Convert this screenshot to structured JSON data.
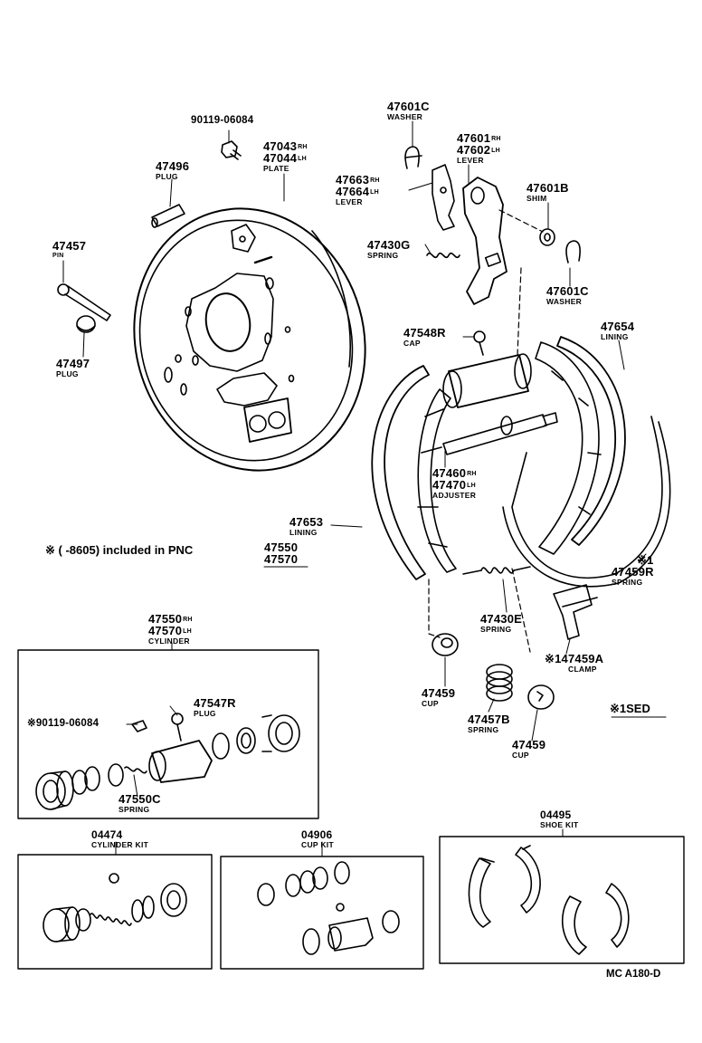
{
  "parts": {
    "bolt_top": {
      "number": "90119-06084"
    },
    "plug_496": {
      "number": "47496",
      "name": "PLUG"
    },
    "plate": {
      "number_rh": "47043",
      "number_lh": "47044",
      "rh": "RH",
      "lh": "LH",
      "name": "PLATE"
    },
    "pin": {
      "number": "47457",
      "name": "PIN"
    },
    "plug_497": {
      "number": "47497",
      "name": "PLUG"
    },
    "washer_top": {
      "number": "47601C",
      "name": "WASHER"
    },
    "lever_main": {
      "number_rh": "47601",
      "number_lh": "47602",
      "rh": "RH",
      "lh": "LH",
      "name": "LEVER"
    },
    "lever_small": {
      "number_rh": "47663",
      "number_lh": "47664",
      "rh": "RH",
      "lh": "LH",
      "name": "LEVER"
    },
    "shim": {
      "number": "47601B",
      "name": "SHIM"
    },
    "spring_430g": {
      "number": "47430G",
      "name": "SPRING"
    },
    "washer_right": {
      "number": "47601C",
      "name": "WASHER"
    },
    "cap": {
      "number": "47548R",
      "name": "CAP"
    },
    "lining_right": {
      "number": "47654",
      "name": "LINING"
    },
    "adjuster": {
      "number_rh": "47460",
      "number_lh": "47470",
      "rh": "RH",
      "lh": "LH",
      "name": "ADJUSTER"
    },
    "lining_left": {
      "number": "47653",
      "name": "LINING"
    },
    "spring_459r": {
      "number": "47459R",
      "name": "SPRING",
      "mark": "※1"
    },
    "spring_430e": {
      "number": "47430E",
      "name": "SPRING"
    },
    "clamp": {
      "number": "47459A",
      "name": "CLAMP",
      "mark": "※1"
    },
    "cup_459_left": {
      "number": "47459",
      "name": "CUP"
    },
    "spring_457b": {
      "number": "47457B",
      "name": "SPRING"
    },
    "cup_459_right": {
      "number": "47459",
      "name": "CUP"
    },
    "cylinder": {
      "number_rh": "47550",
      "number_lh": "47570",
      "rh": "RH",
      "lh": "LH",
      "name": "CYLINDER"
    },
    "plug_547r": {
      "number": "47547R",
      "name": "PLUG"
    },
    "bolt_cyl": {
      "number": "※90119-06084"
    },
    "spring_550c": {
      "number": "47550C",
      "name": "SPRING"
    }
  },
  "note": {
    "text": "※ (      -8605) included in PNC",
    "pnc1": "47550",
    "pnc2": "47570"
  },
  "legend": {
    "text": "※1SED"
  },
  "kits": {
    "cylinder_kit": {
      "number": "04474",
      "name": "CYLINDER KIT"
    },
    "cup_kit": {
      "number": "04906",
      "name": "CUP KIT"
    },
    "shoe_kit": {
      "number": "04495",
      "name": "SHOE KIT"
    }
  },
  "diagram_code": "MC  A180-D"
}
